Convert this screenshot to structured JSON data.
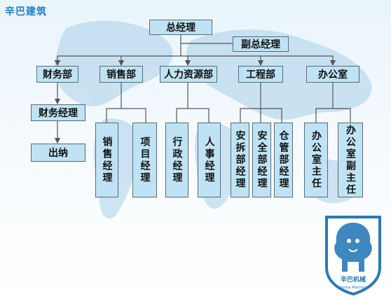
{
  "brand": "辛巴建筑",
  "org": {
    "ceo": "总经理",
    "vice": "副总经理",
    "finance": {
      "label": "财务部",
      "manager": "财务经理",
      "cashier": "出纳"
    },
    "sales": {
      "label": "销售部",
      "children": [
        "销售经理",
        "项目经理"
      ]
    },
    "hr": {
      "label": "人力资源部",
      "children": [
        "行政经理",
        "人事经理"
      ]
    },
    "engineering": {
      "label": "工程部",
      "children": [
        "安拆部经理",
        "安全部经理",
        "仓管部经理"
      ]
    },
    "office": {
      "label": "办公室",
      "children": [
        "办公室主任",
        "办公室副主任"
      ]
    }
  },
  "logo": {
    "text": "辛巴机械",
    "subtext": "Simba Machine"
  },
  "colors": {
    "box_fill": "#bfe3f4",
    "box_border": "#5a6a75",
    "line": "#555555",
    "brand": "#1f7fc1",
    "map": "#9cc6e4",
    "logo": "#2a7ab8"
  }
}
